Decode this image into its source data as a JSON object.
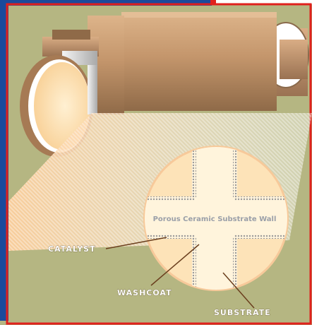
{
  "labels": {
    "porous_wall": "Porous Ceramic Substrate Wall",
    "catalyst": "CATALYST",
    "washcoat": "WASHCOAT",
    "substrate": "SUBSTRATE"
  },
  "colors": {
    "background": "#b5b682",
    "frame_blue": "#1a4a9c",
    "frame_red": "#e0201c",
    "converter_body": "#c4966c",
    "substrate_face": "#fde3b8",
    "washcoat_channel": "#fff4dc",
    "catalyst_dots": "#9a9a9a",
    "leader_line": "#6b3f1e"
  },
  "icons": {
    "converter": "catalytic-converter-icon"
  }
}
